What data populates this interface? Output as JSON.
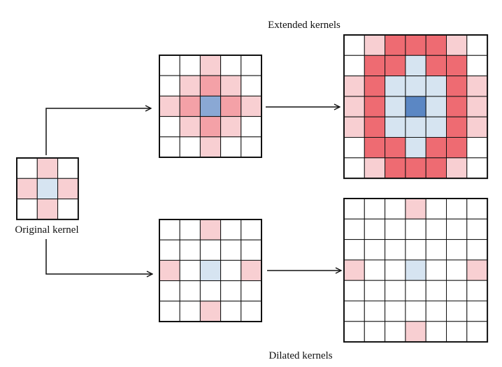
{
  "labels": {
    "top": "Extended kernels",
    "bottom": "Dilated kernels",
    "original": "Original kernel"
  },
  "colors": {
    "w": "#ffffff",
    "p": "#f8cfd2",
    "m": "#f4a1a7",
    "r": "#ee6b72",
    "b": "#d6e4f1",
    "B": "#8aa8d4",
    "D": "#5b87c4",
    "grid": "#111111",
    "arrow": "#111111"
  },
  "kernels": [
    {
      "name": "original-kernel",
      "rows": [
        "wpw",
        "pbp",
        "wpw"
      ]
    },
    {
      "name": "extended-kernel-5x5",
      "rows": [
        "wwpww",
        "wpmpw",
        "pmBmp",
        "wpmpw",
        "wwpww"
      ]
    },
    {
      "name": "extended-kernel-7x7",
      "rows": [
        "wprrrpw",
        "wrrbrrw",
        "prbbbrp",
        "prbDbrp",
        "prbbbrp",
        "wrrbrrw",
        "wprrrpw"
      ]
    },
    {
      "name": "dilated-kernel-5x5",
      "rows": [
        "wwpww",
        "wwwww",
        "pwbwp",
        "wwwww",
        "wwpww"
      ]
    },
    {
      "name": "dilated-kernel-7x7",
      "rows": [
        "wwwpwww",
        "wwwwwww",
        "wwwwwww",
        "pwwbwwp",
        "wwwwwww",
        "wwwwwww",
        "wwwpwww"
      ]
    }
  ]
}
